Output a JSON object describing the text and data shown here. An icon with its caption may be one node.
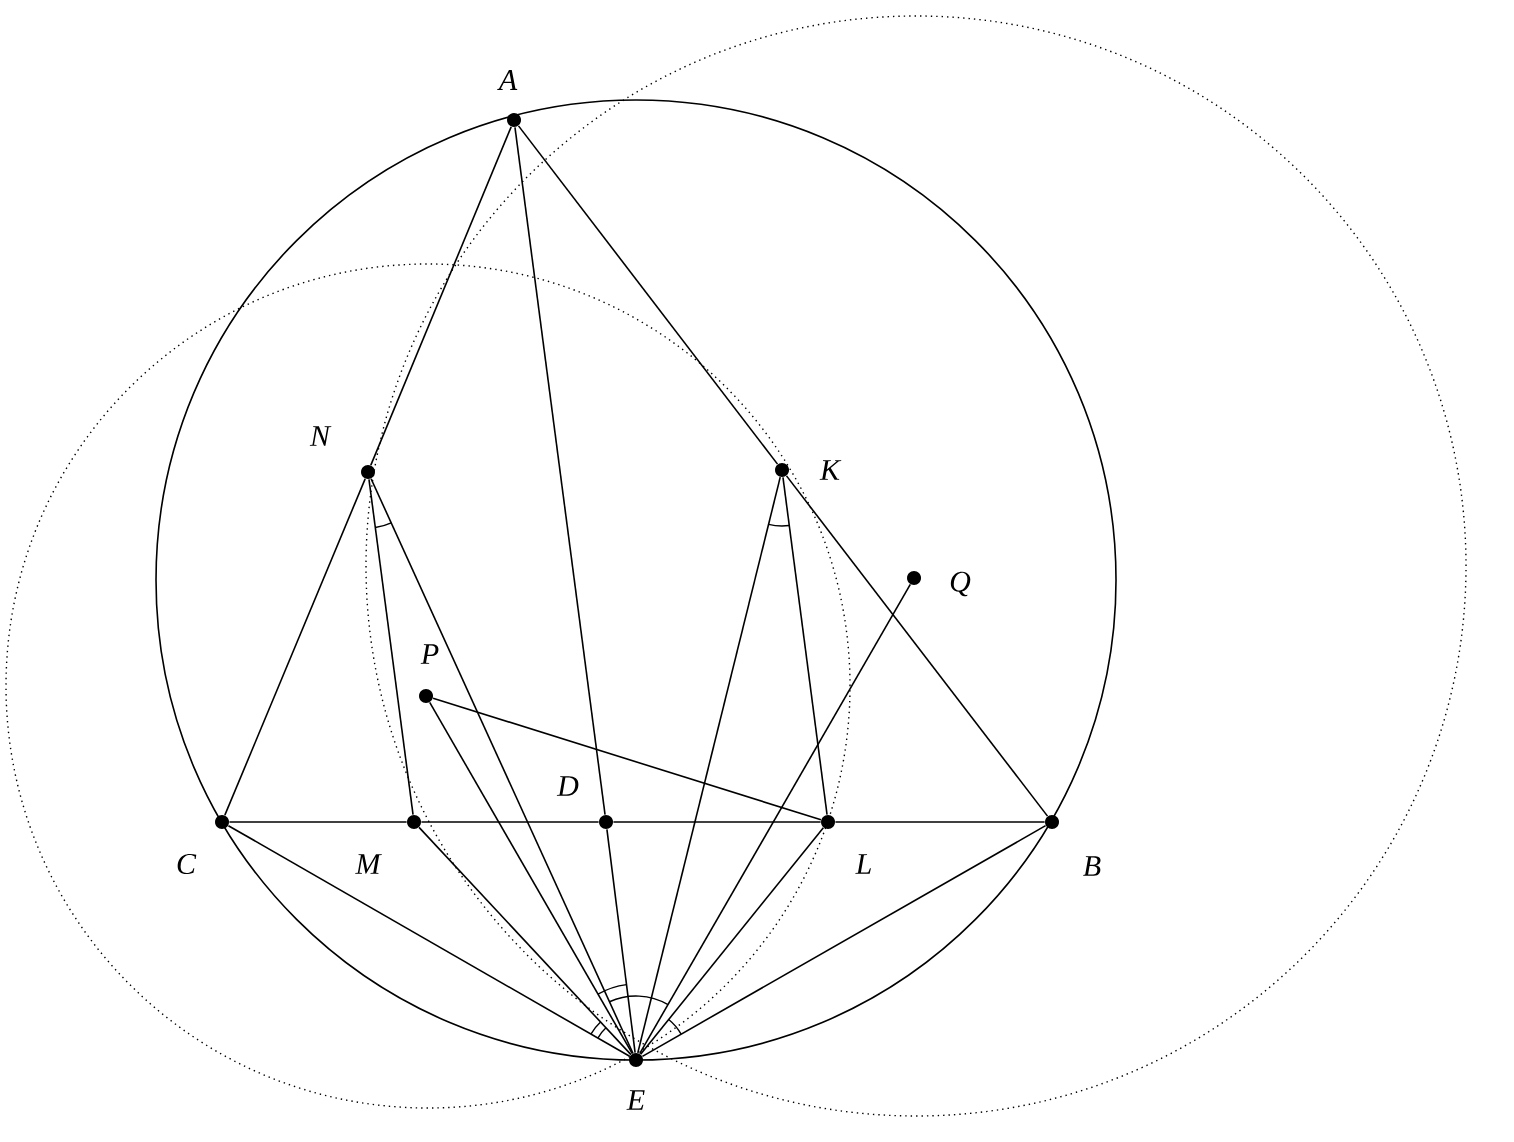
{
  "diagram": {
    "nodes": [
      {
        "text": [
          "A"
        ]
      },
      {
        "text": [
          "N"
        ]
      },
      {
        "text": [
          "K"
        ]
      },
      {
        "text": [
          "Q"
        ]
      },
      {
        "text": [
          "P"
        ]
      },
      {
        "text": [
          "C"
        ]
      },
      {
        "text": [
          "M"
        ]
      },
      {
        "text": [
          "D"
        ]
      },
      {
        "text": [
          "L"
        ]
      },
      {
        "text": [
          "B"
        ]
      },
      {
        "text": [
          "E"
        ]
      }
    ],
    "edges": [
      {
        "from": 0,
        "to": 1,
        "arrow": "none"
      },
      {
        "from": 1,
        "to": 5,
        "arrow": "none"
      },
      {
        "from": 0,
        "to": 2,
        "arrow": "none"
      },
      {
        "from": 2,
        "to": 9,
        "arrow": "none"
      },
      {
        "from": 0,
        "to": 7,
        "arrow": "none"
      },
      {
        "from": 7,
        "to": 10,
        "arrow": "none"
      },
      {
        "from": 5,
        "to": 6,
        "arrow": "none"
      },
      {
        "from": 6,
        "to": 7,
        "arrow": "none"
      },
      {
        "from": 7,
        "to": 8,
        "arrow": "none"
      },
      {
        "from": 8,
        "to": 9,
        "arrow": "none"
      },
      {
        "from": 1,
        "to": 6,
        "arrow": "none"
      },
      {
        "from": 1,
        "to": 10,
        "arrow": "none"
      },
      {
        "from": 2,
        "to": 8,
        "arrow": "none"
      },
      {
        "from": 2,
        "to": 10,
        "arrow": "none"
      },
      {
        "from": 4,
        "to": 8,
        "arrow": "none"
      },
      {
        "from": 4,
        "to": 10,
        "arrow": "none"
      },
      {
        "from": 3,
        "to": 10,
        "arrow": "none"
      },
      {
        "from": 5,
        "to": 10,
        "arrow": "none"
      },
      {
        "from": 6,
        "to": 10,
        "arrow": "none"
      },
      {
        "from": 8,
        "to": 10,
        "arrow": "none"
      },
      {
        "from": 9,
        "to": 10,
        "arrow": "none"
      }
    ]
  }
}
